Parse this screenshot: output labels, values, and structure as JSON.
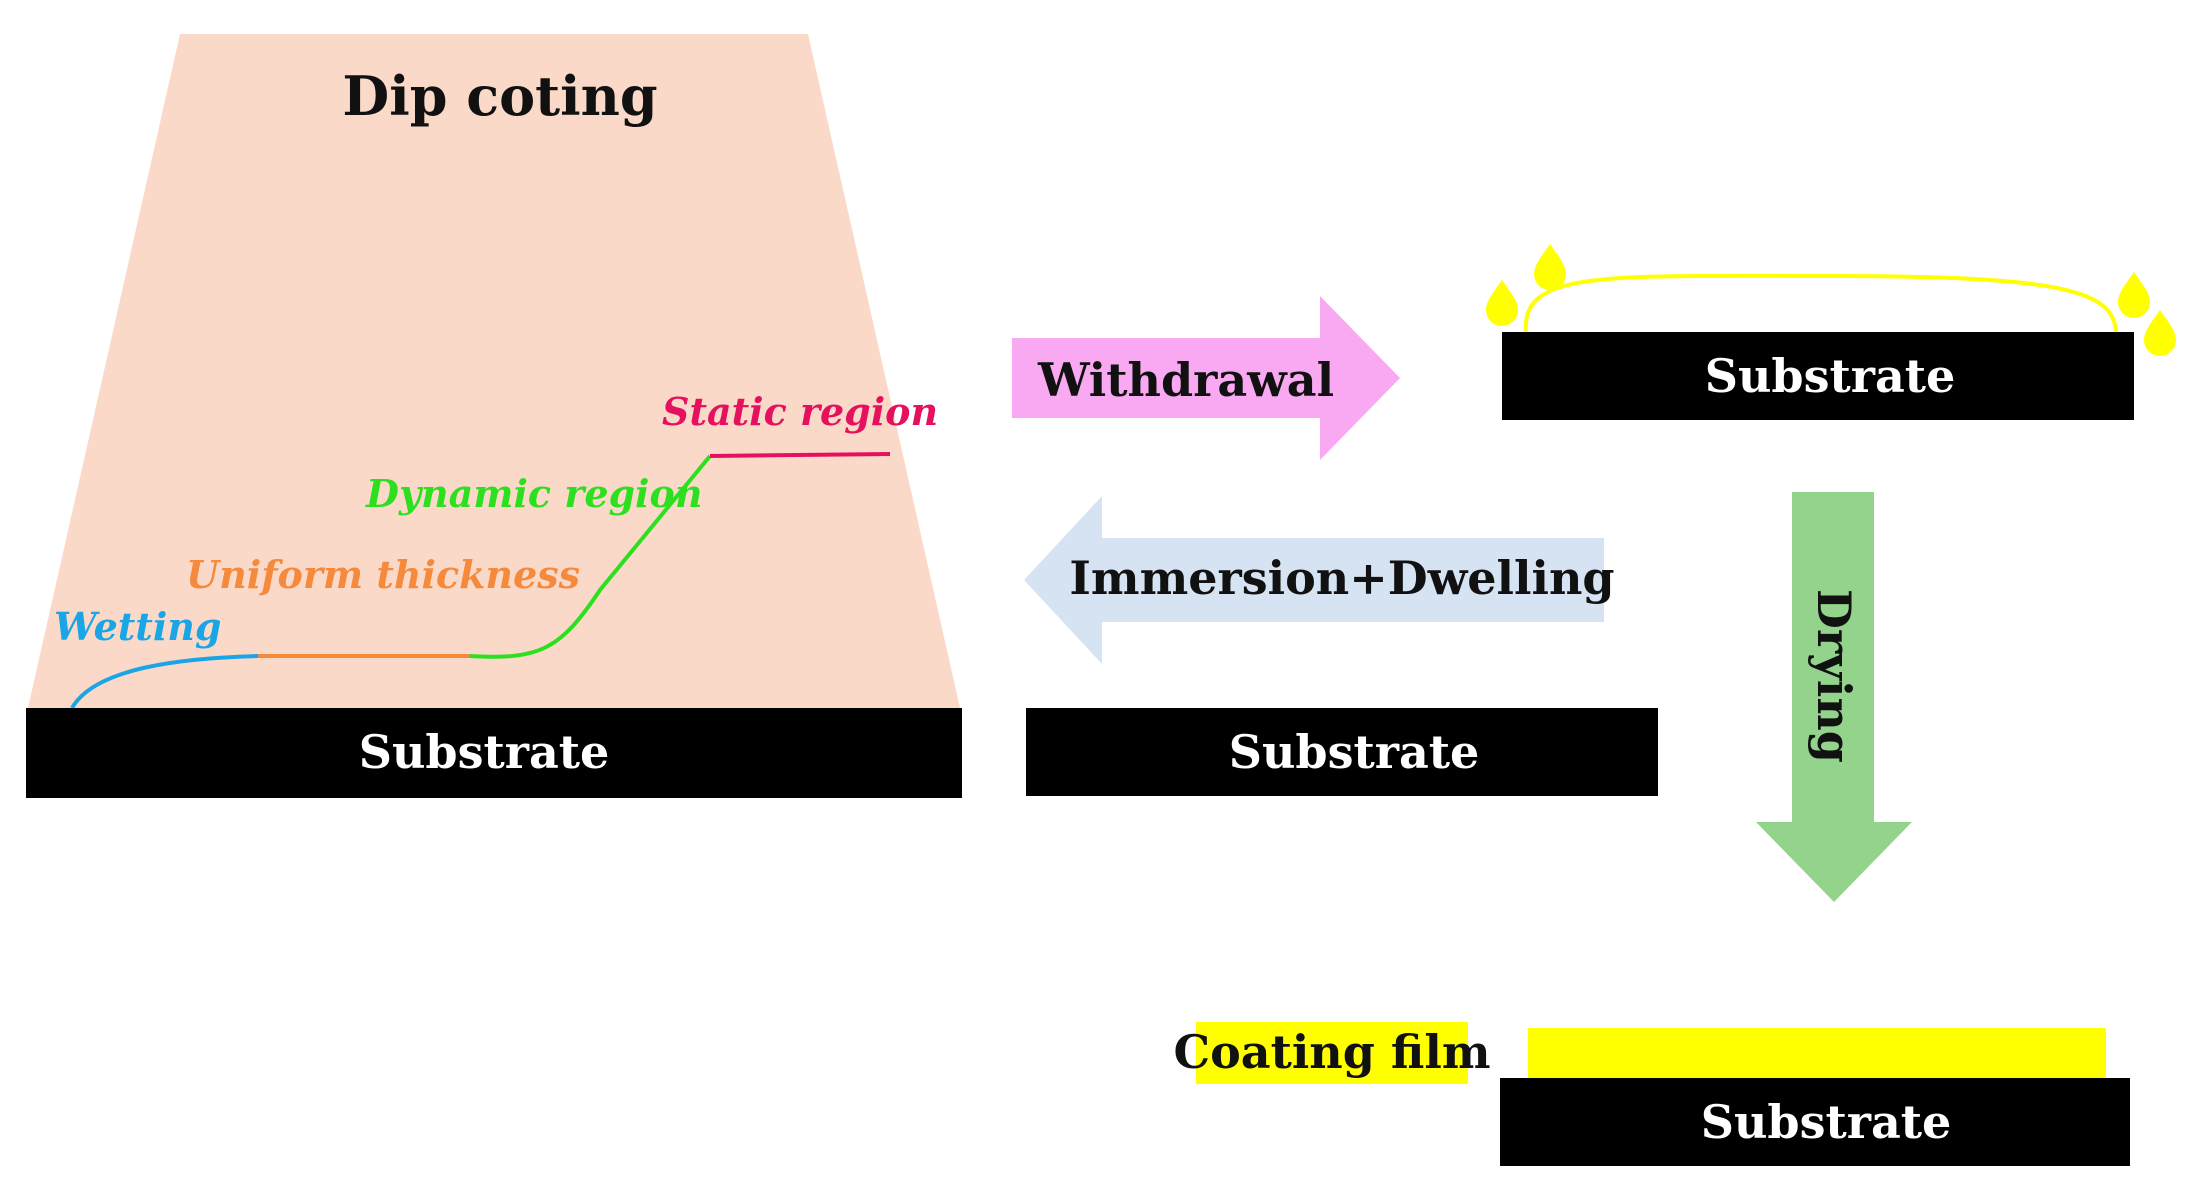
{
  "title": "Dip coting",
  "substrate_label": "Substrate",
  "regions": {
    "wetting": "Wetting",
    "uniform": "Uniform thickness",
    "dynamic": "Dynamic region",
    "static": "Static region"
  },
  "steps": {
    "withdrawal": "Withdrawal",
    "immersion": "Immersion+Dwelling",
    "drying": "Drying"
  },
  "coating_film_label": "Coating film",
  "colors": {
    "bath": "#fbd9c8",
    "substrate": "#000000",
    "wetting": "#1aa6e6",
    "uniform": "#f58a3d",
    "dynamic": "#2de01f",
    "static": "#e6115e",
    "withdrawal_arrow": "#f9a8f2",
    "immersion_arrow": "#d5e3f3",
    "drying_arrow": "#93d38b",
    "film": "#ffff00"
  }
}
